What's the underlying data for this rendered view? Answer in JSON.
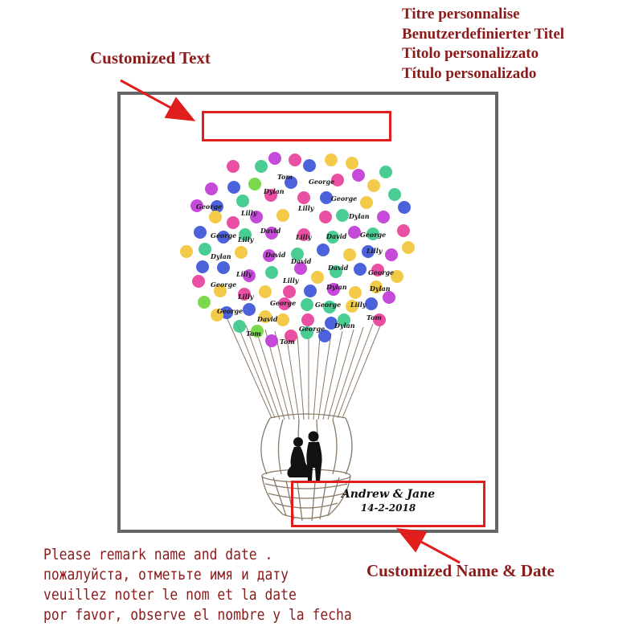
{
  "header_titles": [
    "Titre personnalise",
    "Benutzerdefinierter Titel",
    "Titolo personalizzato",
    "Título personalizado"
  ],
  "callout_top": "Customized Text",
  "callout_bottom": "Customized Name & Date",
  "couple": {
    "names": "Andrew & Jane",
    "date": "14-2-2018"
  },
  "remarks": [
    "Please remark name and date .",
    "пожалуйста, отметьте имя и дату",
    "veuillez noter le nom et la date",
    "por favor, observe el nombre y la fecha"
  ],
  "fingerprint_names": [
    "Tom",
    "George",
    "Dylan",
    "Lilly",
    "David"
  ],
  "colors": {
    "accent_red": "#e01e1e",
    "text_maroon": "#8b1a1a",
    "frame_gray": "#666666"
  }
}
